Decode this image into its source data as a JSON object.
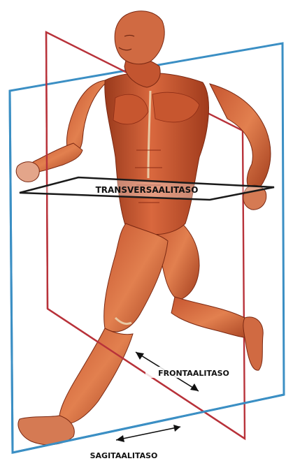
{
  "labels": {
    "transverse": "TRANSVERSAALITASO",
    "frontal": "FRONTAALITASO",
    "sagittal": "SAGITAALITASO"
  },
  "colors": {
    "background": "#ffffff",
    "transverse_plane": "#1a1a1a",
    "frontal_plane": "#b8323a",
    "sagittal_plane": "#3b8fc4",
    "muscle_base": "#c4512c",
    "muscle_light": "#e07a4e",
    "muscle_dark": "#8e2d16",
    "tendon": "#e9c9a4",
    "arrow": "#111111"
  },
  "icons": {
    "figure": "running-muscle-figure",
    "frontal_arrow": "double-headed-arrow",
    "sagittal_arrow": "double-headed-arrow"
  }
}
